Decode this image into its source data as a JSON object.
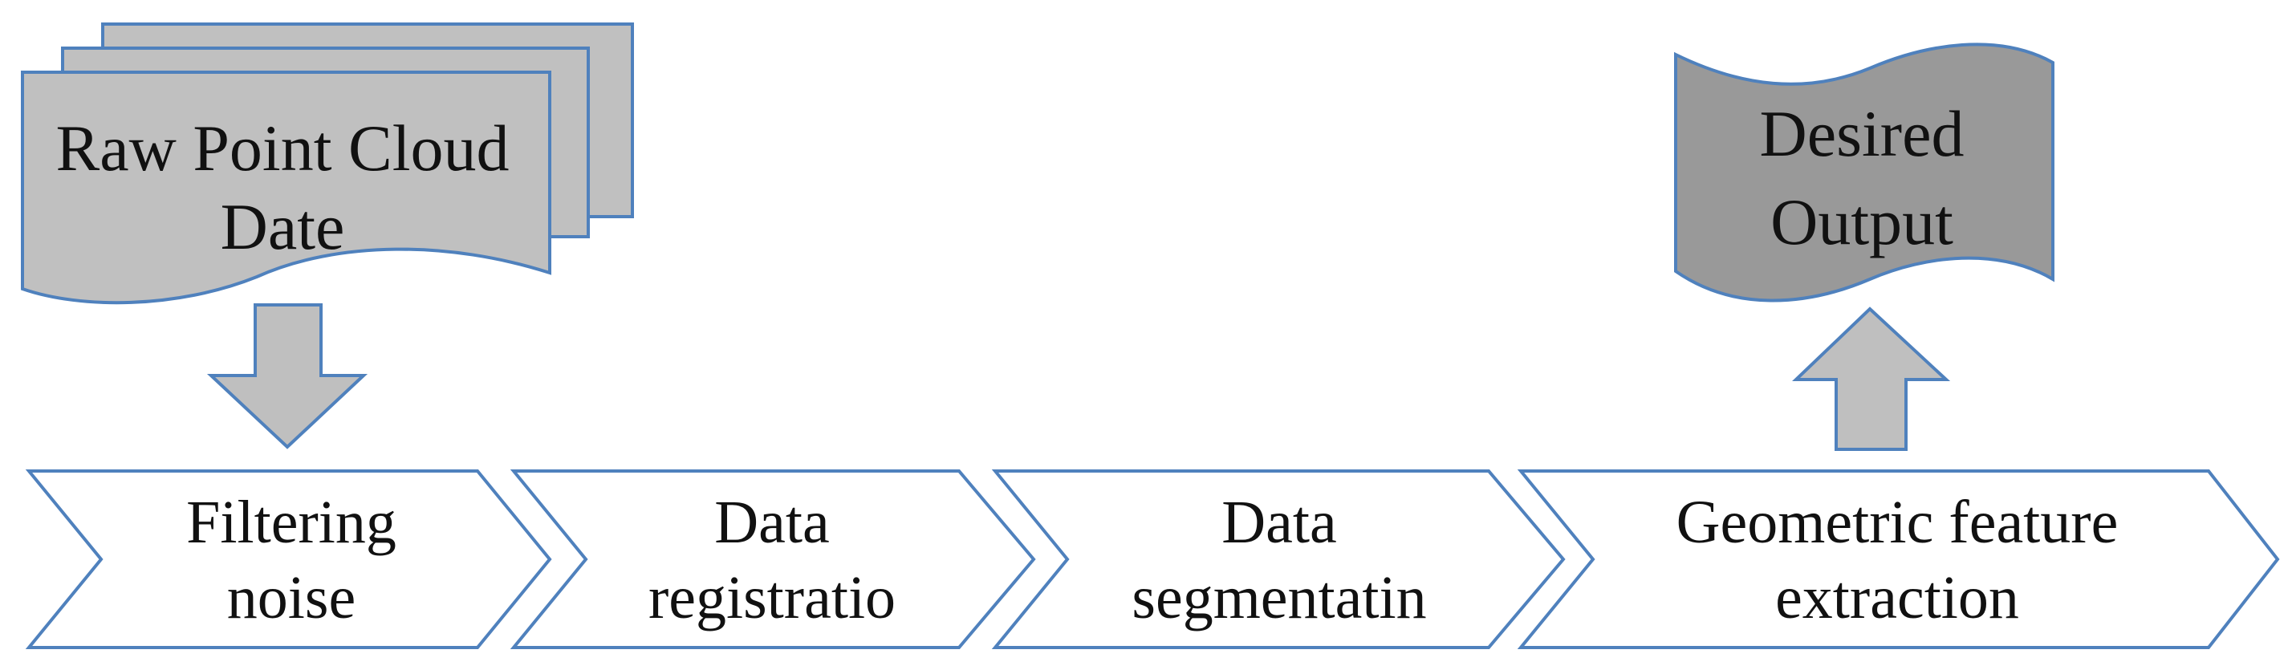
{
  "diagram": {
    "input": {
      "line1": "Raw Point Cloud",
      "line2": "Date"
    },
    "output": {
      "line1": "Desired",
      "line2": "Output"
    },
    "steps": [
      {
        "line1": "Filtering",
        "line2": "noise"
      },
      {
        "line1": "Data",
        "line2": "registratio"
      },
      {
        "line1": "Data",
        "line2": "segmentatin"
      },
      {
        "line1": "Geometric feature",
        "line2": "extraction"
      }
    ]
  },
  "colors": {
    "outline": "#4f81bd",
    "input_fill": "#c0c0c0",
    "output_fill": "#999999",
    "arrow_fill": "#bfbfbf",
    "chevron_fill": "#ffffff"
  }
}
